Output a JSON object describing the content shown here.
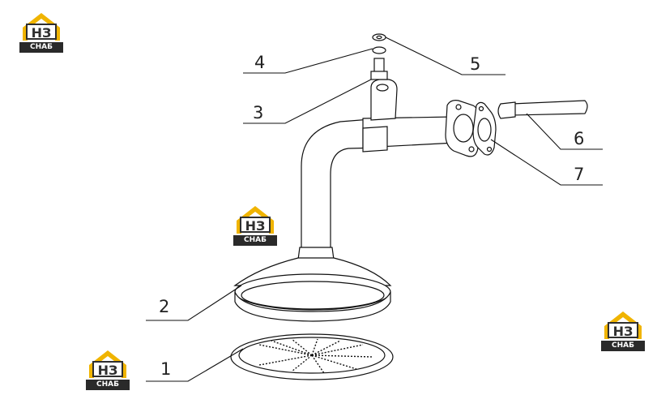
{
  "callouts": {
    "p1": "1",
    "p2": "2",
    "p3": "3",
    "p4": "4",
    "p5": "5",
    "p6": "6",
    "p7": "7"
  },
  "watermark": {
    "letters": "НЗ",
    "sub": "СНАБ",
    "color_roof": "#f0b400",
    "color_dark": "#2a2a2a"
  }
}
